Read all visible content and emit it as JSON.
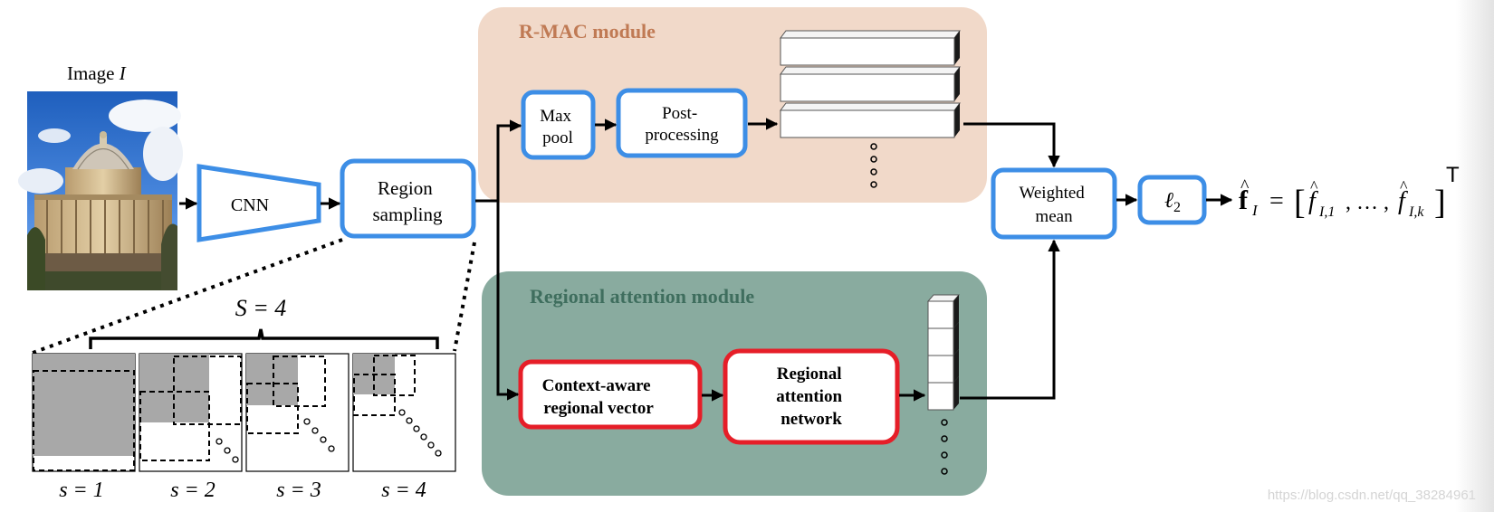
{
  "image_label": "Image ",
  "image_var": "I",
  "blocks": {
    "cnn": "CNN",
    "region_sampling": [
      "Region",
      "sampling"
    ],
    "max_pool": [
      "Max",
      "pool"
    ],
    "post_processing": [
      "Post-",
      "processing"
    ],
    "weighted_mean": [
      "Weighted",
      "mean"
    ],
    "l2_symbol": "ℓ",
    "l2_sub": "2",
    "context_aware": [
      "Context-aware",
      "regional vector"
    ],
    "regional_attention_network": [
      "Regional",
      "attention",
      "network"
    ]
  },
  "modules": {
    "rmac_title": "R-MAC module",
    "attention_title": "Regional attention module"
  },
  "output": {
    "f_bold": "f",
    "f_sub": "I",
    "equals": "=",
    "open": "[",
    "first": "f",
    "first_sub": "I,1",
    "dots": ", … ,",
    "last": "f",
    "last_sub": "I,k",
    "close": "]",
    "transpose": "T"
  },
  "scales": {
    "S_label": "S = 4",
    "s_labels": [
      "s = 1",
      "s = 2",
      "s = 3",
      "s = 4"
    ]
  },
  "watermark": "https://blog.csdn.net/qq_38284961",
  "colors": {
    "blue_border": "#3d8ee6",
    "red_border": "#e61e28",
    "rmac_bg": "#f1d9c9",
    "rmac_title": "#c07a54",
    "attention_bg": "#89ab9f",
    "attention_title": "#3f6e5e",
    "grey_region": "#a8a8a8"
  },
  "icons": {
    "photo": "radcliffe-camera-photo"
  }
}
